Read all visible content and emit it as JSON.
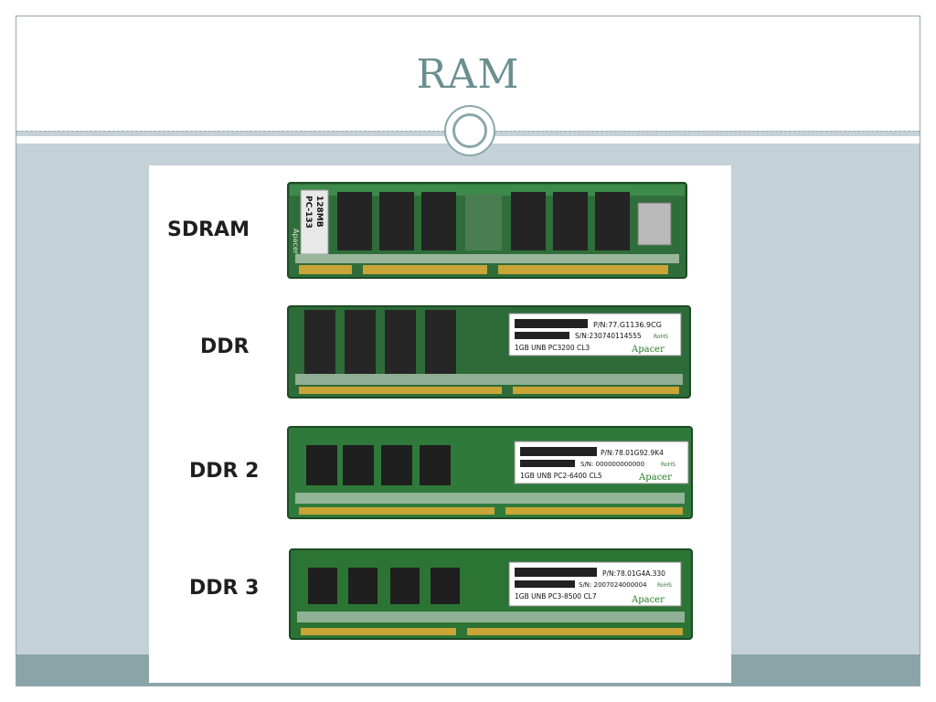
{
  "slide": {
    "title": "RAM",
    "colors": {
      "title": "#6b8f90",
      "background": "#c4d1d6",
      "footer": "#8ba4a8",
      "pcb_dark": "#1f5a2c",
      "chip": "#2a2a2a",
      "gold_contacts": "#c9a437"
    }
  },
  "figure": {
    "modules": [
      {
        "type_label": "SDRAM",
        "sticker_lines": [
          "PC-133",
          "128MB"
        ],
        "brand": "Apacer"
      },
      {
        "type_label": "DDR",
        "part_number": "P/N:77.G1136.9CG",
        "serial": "S/N:230740114555",
        "spec": "1GB UNB PC3200 CL3",
        "rohs": "RoHS",
        "brand": "Apacer"
      },
      {
        "type_label": "DDR 2",
        "part_number": "P/N:78.01G92.9K4",
        "serial": "S/N: 000000000000",
        "spec": "1GB UNB PC2-6400 CL5",
        "rohs": "RoHS",
        "brand": "Apacer"
      },
      {
        "type_label": "DDR 3",
        "part_number": "P/N:78.01G4A.330",
        "serial": "S/N: 2007024000004",
        "spec": "1GB UNB PC3-8500 CL7",
        "rohs": "RoHS",
        "brand": "Apacer"
      }
    ]
  }
}
